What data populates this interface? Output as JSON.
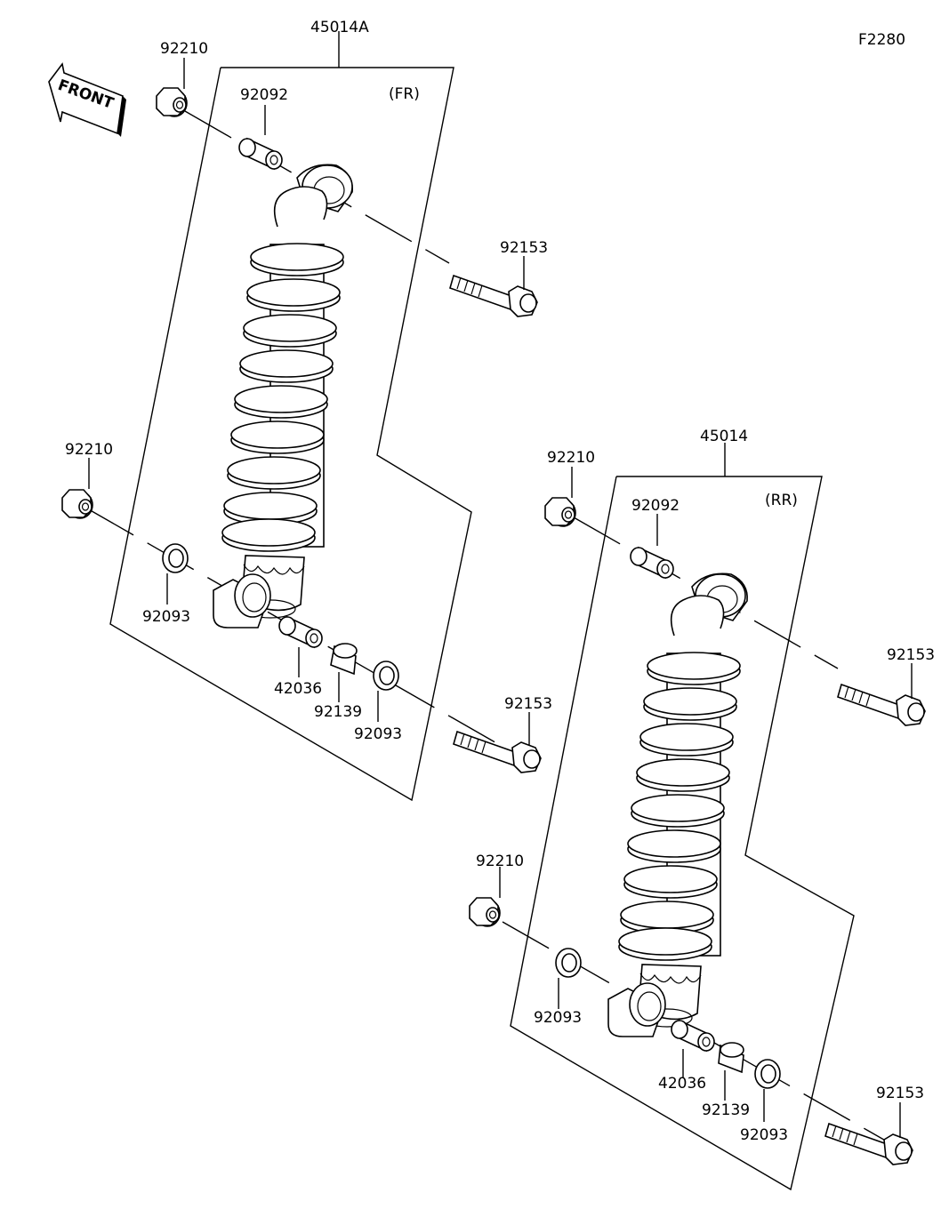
{
  "figure_code": "F2280",
  "front_text": "FRONT",
  "front": {
    "assembly_number": "45014A",
    "position": "(FR)",
    "callouts": {
      "nut": "92210",
      "collar_upper": "92092",
      "bolt_upper": "92153",
      "nut_lower": "92210",
      "seal_left": "92093",
      "collar_lower": "42036",
      "bushing": "92139",
      "seal_right": "92093",
      "bolt_lower": "92153"
    }
  },
  "rear": {
    "assembly_number": "45014",
    "position": "(RR)",
    "callouts": {
      "nut": "92210",
      "collar_upper": "92092",
      "bolt_upper": "92153",
      "nut_lower": "92210",
      "seal_left": "92093",
      "collar_lower": "42036",
      "bushing": "92139",
      "seal_right": "92093",
      "bolt_lower": "92153"
    }
  }
}
